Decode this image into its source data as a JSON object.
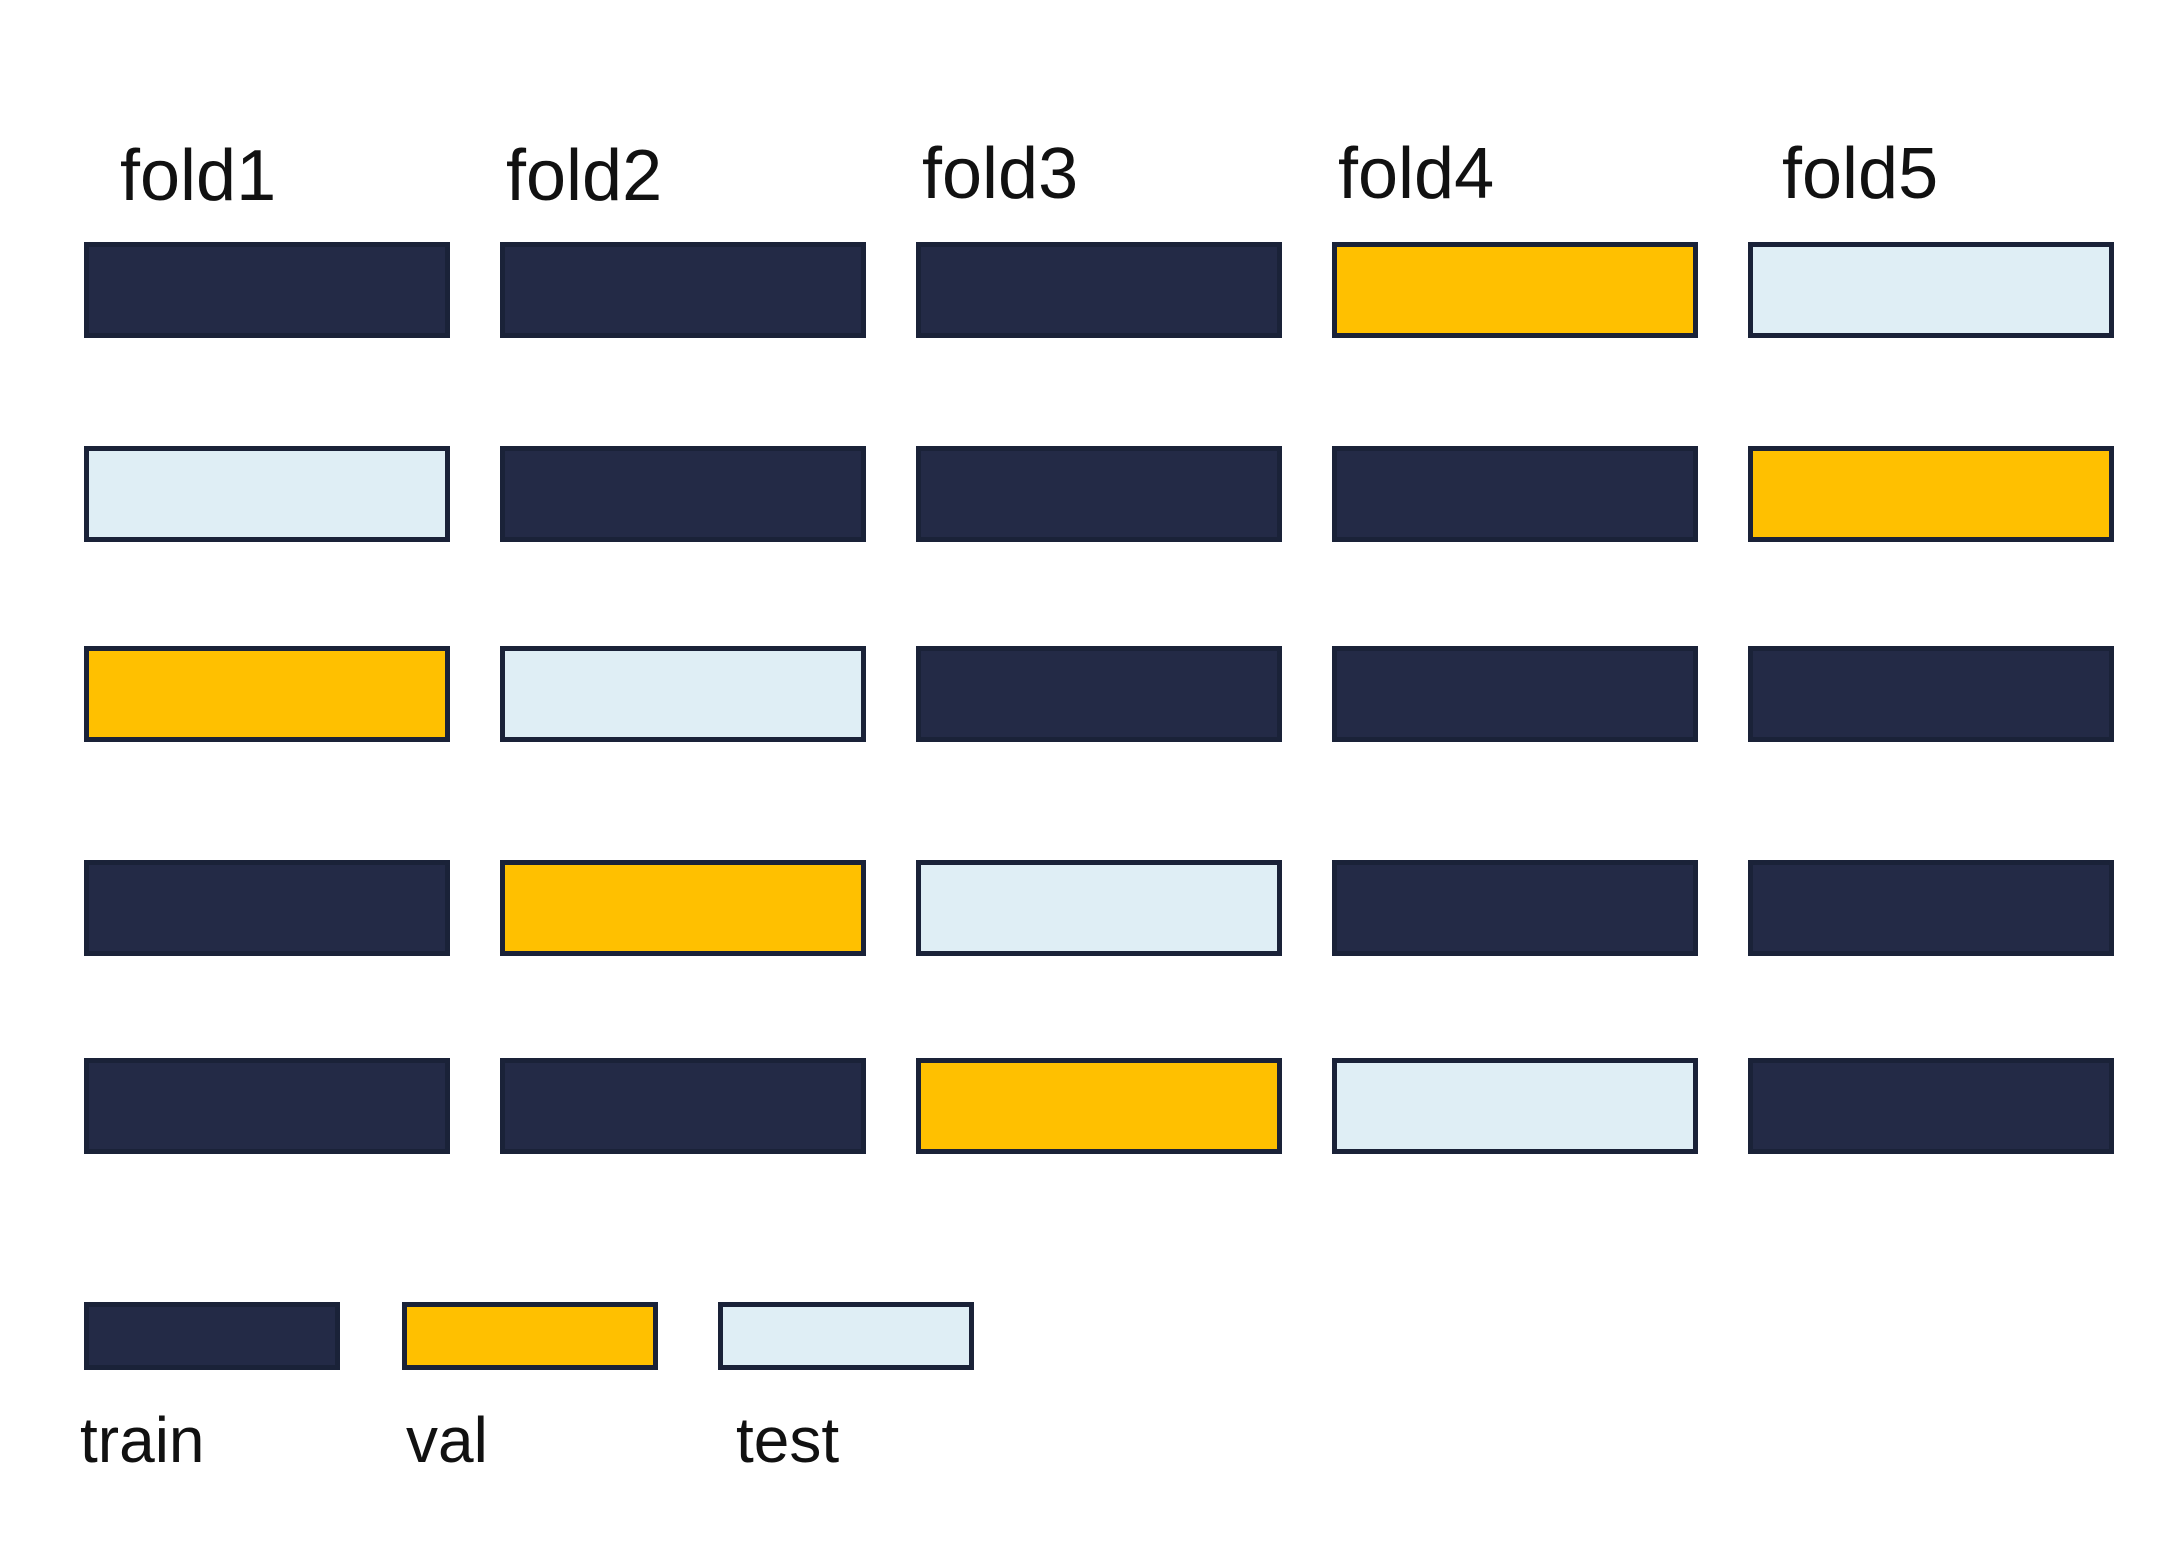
{
  "colors": {
    "train": "#232a46",
    "val": "#ffc000",
    "test": "#dfeef5",
    "border": "#1a2238"
  },
  "folds": [
    {
      "label": "fold1",
      "blocks": [
        "train",
        "test",
        "val",
        "train",
        "train"
      ]
    },
    {
      "label": "fold2",
      "blocks": [
        "train",
        "train",
        "test",
        "val",
        "train"
      ]
    },
    {
      "label": "fold3",
      "blocks": [
        "train",
        "train",
        "train",
        "test",
        "val"
      ]
    },
    {
      "label": "fold4",
      "blocks": [
        "val",
        "train",
        "train",
        "train",
        "test"
      ]
    },
    {
      "label": "fold5",
      "blocks": [
        "test",
        "val",
        "train",
        "train",
        "train"
      ]
    }
  ],
  "legend": [
    {
      "key": "train",
      "label": "train"
    },
    {
      "key": "val",
      "label": "val"
    },
    {
      "key": "test",
      "label": "test"
    }
  ]
}
